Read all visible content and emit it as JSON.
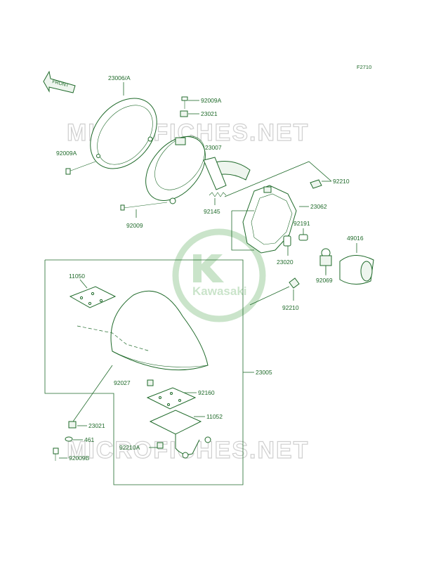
{
  "figure_code": "F2710",
  "front_arrow": "FRONT",
  "watermark": "MICROFICHES.NET",
  "logo_text": "Kawasaki",
  "callouts": [
    {
      "id": "c23006",
      "text": "23006/A"
    },
    {
      "id": "c92009A_top",
      "text": "92009A"
    },
    {
      "id": "c23021_top",
      "text": "23021"
    },
    {
      "id": "c92009A_left",
      "text": "92009A"
    },
    {
      "id": "c23007",
      "text": "23007"
    },
    {
      "id": "c92210_top",
      "text": "92210"
    },
    {
      "id": "c23062",
      "text": "23062"
    },
    {
      "id": "c92145",
      "text": "92145"
    },
    {
      "id": "c92009",
      "text": "92009"
    },
    {
      "id": "c92191",
      "text": "92191"
    },
    {
      "id": "c49016",
      "text": "49016"
    },
    {
      "id": "c23020",
      "text": "23020"
    },
    {
      "id": "c92069",
      "text": "92069"
    },
    {
      "id": "c11050",
      "text": "11050"
    },
    {
      "id": "c92210_mid",
      "text": "92210"
    },
    {
      "id": "c23005",
      "text": "23005"
    },
    {
      "id": "c92027",
      "text": "92027"
    },
    {
      "id": "c92160",
      "text": "92160"
    },
    {
      "id": "c11052",
      "text": "11052"
    },
    {
      "id": "c23021_bot",
      "text": "23021"
    },
    {
      "id": "c461",
      "text": "461"
    },
    {
      "id": "c92210A",
      "text": "92210A"
    },
    {
      "id": "c92009B",
      "text": "92009B"
    }
  ]
}
